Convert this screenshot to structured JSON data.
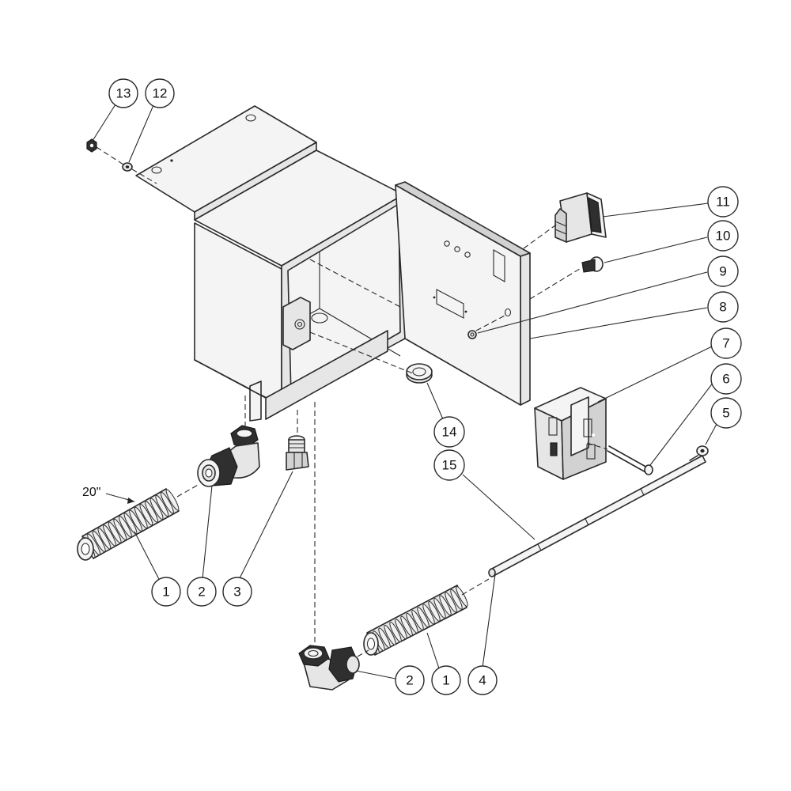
{
  "dimension_label": "20\"",
  "callouts": [
    {
      "id": "c13",
      "label": "13"
    },
    {
      "id": "c12",
      "label": "12"
    },
    {
      "id": "c11",
      "label": "11"
    },
    {
      "id": "c10",
      "label": "10"
    },
    {
      "id": "c9",
      "label": "9"
    },
    {
      "id": "c8",
      "label": "8"
    },
    {
      "id": "c7",
      "label": "7"
    },
    {
      "id": "c6",
      "label": "6"
    },
    {
      "id": "c5",
      "label": "5"
    },
    {
      "id": "c14",
      "label": "14"
    },
    {
      "id": "c15",
      "label": "15"
    },
    {
      "id": "c1a",
      "label": "1"
    },
    {
      "id": "c2a",
      "label": "2"
    },
    {
      "id": "c3",
      "label": "3"
    },
    {
      "id": "c2b",
      "label": "2"
    },
    {
      "id": "c1b",
      "label": "1"
    },
    {
      "id": "c4",
      "label": "4"
    }
  ]
}
